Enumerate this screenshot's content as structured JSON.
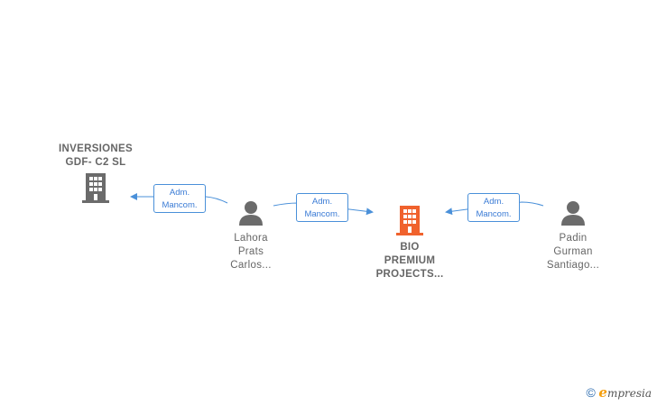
{
  "nodes": {
    "company_left": {
      "line1": "INVERSIONES",
      "line2": "GDF- C2  SL",
      "icon": "building-icon",
      "color": "#6b6b6b"
    },
    "person_lahora": {
      "line1": "Lahora",
      "line2": "Prats",
      "line3": "Carlos...",
      "icon": "person-icon",
      "color": "#6b6b6b"
    },
    "company_main": {
      "line1": "BIO",
      "line2": "PREMIUM",
      "line3": "PROJECTS...",
      "icon": "building-icon",
      "color": "#f0622d"
    },
    "person_padin": {
      "line1": "Padin",
      "line2": "Gurman",
      "line3": "Santiago...",
      "icon": "person-icon",
      "color": "#6b6b6b"
    }
  },
  "relations": [
    {
      "line1": "Adm.",
      "line2": "Mancom."
    },
    {
      "line1": "Adm.",
      "line2": "Mancom."
    },
    {
      "line1": "Adm.",
      "line2": "Mancom."
    }
  ],
  "colors": {
    "edge": "#4a90d9"
  },
  "footer": {
    "copyright": "©",
    "brand_initial": "e",
    "brand_rest": "mpresia"
  }
}
